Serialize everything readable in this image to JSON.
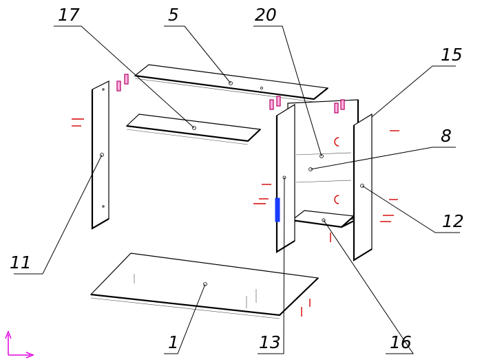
{
  "callouts": [
    {
      "id": "p1",
      "label": "1"
    },
    {
      "id": "p5",
      "label": "5"
    },
    {
      "id": "p8",
      "label": "8"
    },
    {
      "id": "p11",
      "label": "11"
    },
    {
      "id": "p12",
      "label": "12"
    },
    {
      "id": "p13",
      "label": "13"
    },
    {
      "id": "p15",
      "label": "15"
    },
    {
      "id": "p16",
      "label": "16"
    },
    {
      "id": "p17",
      "label": "17"
    },
    {
      "id": "p20",
      "label": "20"
    }
  ],
  "colors": {
    "line": "#000000",
    "screw": "#d40000",
    "pin": "#b00060",
    "hinge": "#1a3cff",
    "axis": "#e000e0"
  },
  "icons": [
    "coordinate-axis-icon"
  ]
}
